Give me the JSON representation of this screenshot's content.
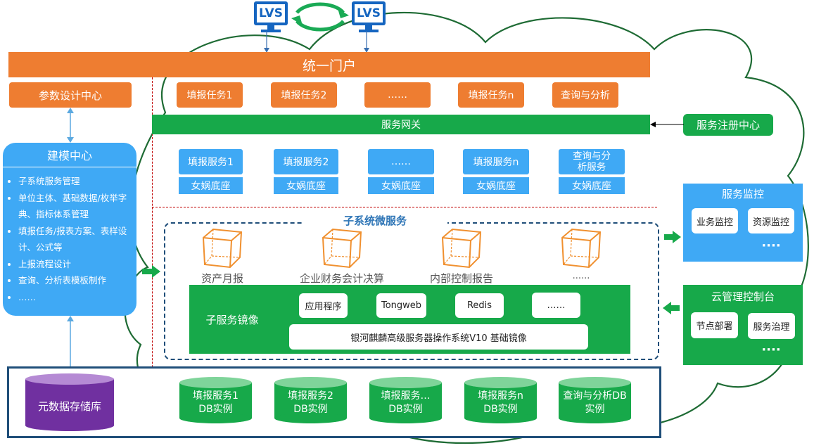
{
  "lvs": {
    "left": "LVS",
    "right": "LVS"
  },
  "portal": {
    "title": "统一门户"
  },
  "param_center": "参数设计中心",
  "tasks": [
    "填报任务1",
    "填报任务2",
    "……",
    "填报任务n",
    "查询与分析"
  ],
  "gateway": "服务网关",
  "registry": "服务注册中心",
  "services": [
    {
      "name": "填报服务1",
      "base": "女娲底座"
    },
    {
      "name": "填报服务2",
      "base": "女娲底座"
    },
    {
      "name": "……",
      "base": "女娲底座"
    },
    {
      "name": "填报服务n",
      "base": "女娲底座"
    },
    {
      "name": "查询与分\n析服务",
      "base": "女娲底座"
    }
  ],
  "modeling": {
    "title": "建模中心",
    "items": [
      "子系统服务管理",
      "单位主体、基础数据/枚举字典、指标体系管理",
      "填报任务/报表方案、表样设计、公式等",
      "上报流程设计",
      "查询、分析表模板制作",
      "……"
    ]
  },
  "micro": {
    "title": "子系统微服务",
    "modules": [
      "资产月报",
      "企业财务会计决算",
      "内部控制报告",
      "......"
    ]
  },
  "mirror": {
    "title": "子服务镜像",
    "apps": [
      "应用程序",
      "Tongweb",
      "Redis",
      "……"
    ],
    "base_image": "银河麒麟高级服务器操作系统V10 基础镜像"
  },
  "monitor": {
    "title": "服务监控",
    "items": [
      "业务监控",
      "资源监控"
    ],
    "more": "····"
  },
  "cloud": {
    "title": "云管理控制台",
    "items": [
      "节点部署",
      "服务治理"
    ],
    "more": "····"
  },
  "meta_db": "元数据存储库",
  "dbs": [
    "填报服务1\nDB实例",
    "填报服务2\nDB实例",
    "填报服务…\nDB实例",
    "填报服务n\nDB实例",
    "查询与分析DB\n实例"
  ],
  "colors": {
    "orange": "#ee7d31",
    "green": "#17a94a",
    "blue": "#3fa9f5",
    "purple": "#7030a0",
    "navy": "#1f4e79",
    "cloud_line": "#1e6b34"
  }
}
